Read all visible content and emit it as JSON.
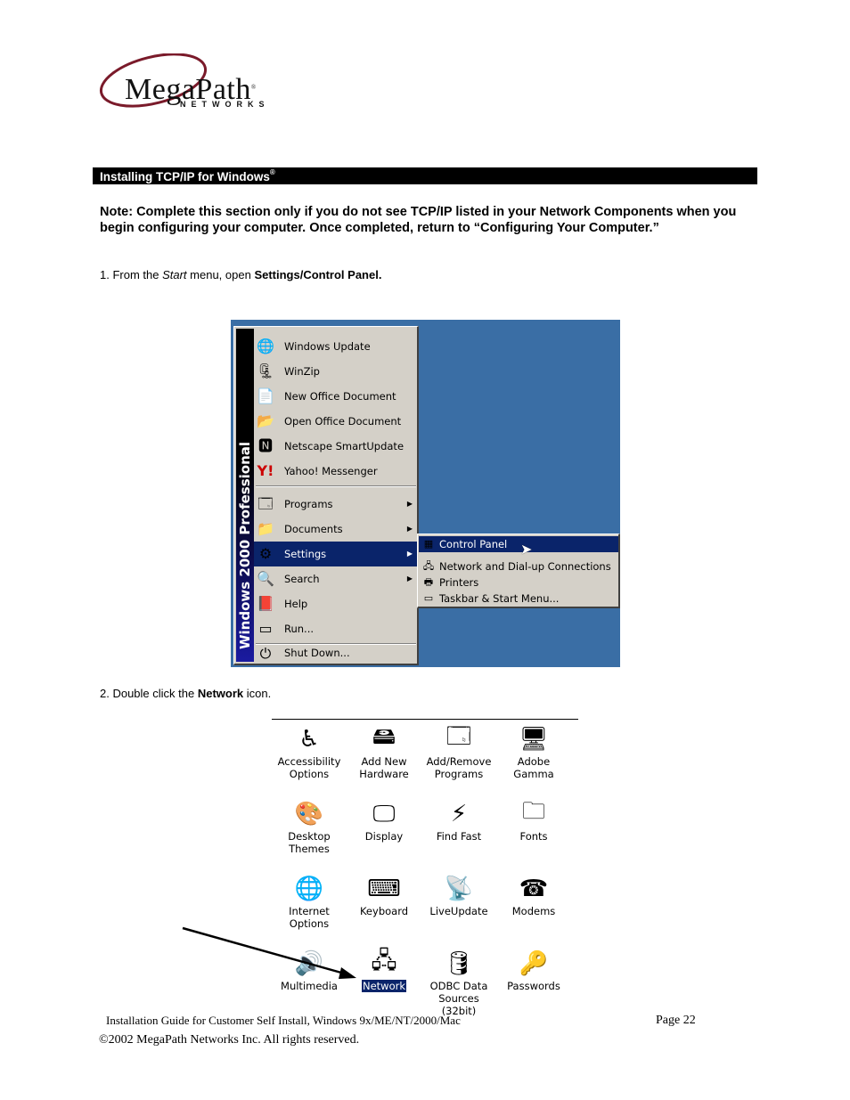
{
  "logo": {
    "name_part1": "Mega",
    "name_part2": "Path",
    "registered": "®",
    "subtitle": "NETWORKS"
  },
  "section": {
    "title": "Installing TCP/IP for Windows",
    "title_mark": "®"
  },
  "note": "Note: Complete this section only if you do not see TCP/IP listed in your Network Components when you begin configuring your computer.  Once completed, return to “Configuring Your Computer.”",
  "step1": {
    "prefix": "1. From the ",
    "italic": "Start",
    "middle": " menu, open ",
    "bold": "Settings/Control Panel."
  },
  "start_menu": {
    "banner": "Windows 2000 Professional",
    "top_items": [
      {
        "label": "Windows Update",
        "icon": "globe-icon"
      },
      {
        "label": "WinZip",
        "icon": "winzip-icon"
      },
      {
        "label": "New Office Document",
        "icon": "office-new-icon"
      },
      {
        "label": "Open Office Document",
        "icon": "folder-open-icon"
      },
      {
        "label": "Netscape SmartUpdate",
        "icon": "netscape-icon"
      },
      {
        "label": "Yahoo! Messenger",
        "icon": "yahoo-icon"
      }
    ],
    "items": [
      {
        "label": "Programs",
        "icon": "programs-icon",
        "submenu": true
      },
      {
        "label": "Documents",
        "icon": "documents-icon",
        "submenu": true
      },
      {
        "label": "Settings",
        "icon": "settings-icon",
        "submenu": true,
        "selected": true
      },
      {
        "label": "Search",
        "icon": "search-icon",
        "submenu": true
      },
      {
        "label": "Help",
        "icon": "help-icon",
        "submenu": false
      },
      {
        "label": "Run...",
        "icon": "run-icon",
        "submenu": false
      }
    ],
    "shutdown": "Shut Down...",
    "settings_submenu": [
      {
        "label": "Control Panel",
        "selected": true
      },
      {
        "label": "Network and Dial-up Connections",
        "selected": false
      },
      {
        "label": "Printers",
        "selected": false
      },
      {
        "label": "Taskbar & Start Menu...",
        "selected": false
      }
    ]
  },
  "step2": {
    "prefix": "2. Double click the ",
    "bold": "Network",
    "suffix": " icon."
  },
  "control_panel": [
    {
      "label": "Accessibility\nOptions",
      "icon": "accessibility-icon"
    },
    {
      "label": "Add New\nHardware",
      "icon": "hardware-icon"
    },
    {
      "label": "Add/Remove\nPrograms",
      "icon": "add-remove-icon"
    },
    {
      "label": "Adobe Gamma",
      "icon": "monitor-icon"
    },
    {
      "label": "Desktop\nThemes",
      "icon": "themes-icon"
    },
    {
      "label": "Display",
      "icon": "display-icon"
    },
    {
      "label": "Find Fast",
      "icon": "find-fast-icon"
    },
    {
      "label": "Fonts",
      "icon": "fonts-icon"
    },
    {
      "label": "Internet\nOptions",
      "icon": "internet-icon"
    },
    {
      "label": "Keyboard",
      "icon": "keyboard-icon"
    },
    {
      "label": "LiveUpdate",
      "icon": "liveupdate-icon"
    },
    {
      "label": "Modems",
      "icon": "modem-icon"
    },
    {
      "label": "Multimedia",
      "icon": "multimedia-icon"
    },
    {
      "label": "Network",
      "icon": "network-icon",
      "selected": true
    },
    {
      "label": "ODBC Data\nSources (32bit)",
      "icon": "odbc-icon"
    },
    {
      "label": "Passwords",
      "icon": "passwords-icon"
    }
  ],
  "footer": {
    "title": "Installation Guide for Customer Self Install, Windows 9x/ME/NT/2000/Mac",
    "page": "Page 22",
    "copyright_symbol": "©",
    "copyright": "2002 MegaPath Networks Inc. All rights reserved."
  }
}
